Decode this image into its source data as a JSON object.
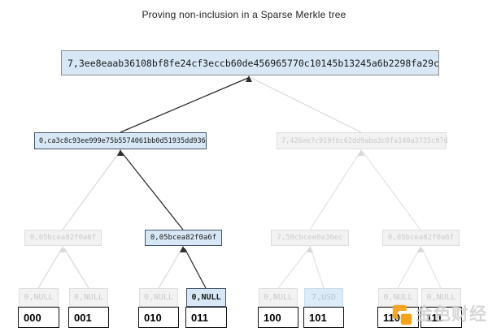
{
  "title": "Proving non-inclusion in a Sparse Merkle tree",
  "tree": {
    "root": {
      "label": "7,3ee8eaab36108bf8fe24cf3eccb60de456965770c10145b13245a6b2298fa29c",
      "state": "highlighted"
    },
    "level2": [
      {
        "label": "0,ca3c8c93ee999e75b5574061bb0d51935dd936",
        "state": "highlighted"
      },
      {
        "label": "7,426ee7c919f6c62dd9aba3c0fa140a3735c07d",
        "state": "faded"
      }
    ],
    "level3": [
      {
        "label": "0,05bcea82f0a6f",
        "state": "faded"
      },
      {
        "label": "0,05bcea82f0a6f",
        "state": "highlighted"
      },
      {
        "label": "7,58cbcee0a36ec",
        "state": "faded"
      },
      {
        "label": "0,05bcea82f0a6f",
        "state": "faded"
      }
    ],
    "leaves": [
      {
        "value": "0,NULL",
        "index": "000",
        "state": "faded"
      },
      {
        "value": "0,NULL",
        "index": "001",
        "state": "faded"
      },
      {
        "value": "0,NULL",
        "index": "010",
        "state": "faded"
      },
      {
        "value": "0,NULL",
        "index": "011",
        "state": "highlighted"
      },
      {
        "value": "0,NULL",
        "index": "100",
        "state": "faded"
      },
      {
        "value": "7,USD",
        "index": "101",
        "state": "faded-blue"
      },
      {
        "value": "0,NULL",
        "index": "110",
        "state": "faded"
      },
      {
        "value": "0,NULL",
        "index": "111",
        "state": "faded"
      }
    ]
  },
  "watermark": {
    "text": "金色财经",
    "logo_color": "#f5a31a"
  },
  "colors": {
    "highlight_fill": "#d7e7f5",
    "highlight_border": "#44576b",
    "faded_fill": "#f2f2f2",
    "proof_edge": "#2f2f2f",
    "inactive_edge": "#d9d9d9"
  }
}
